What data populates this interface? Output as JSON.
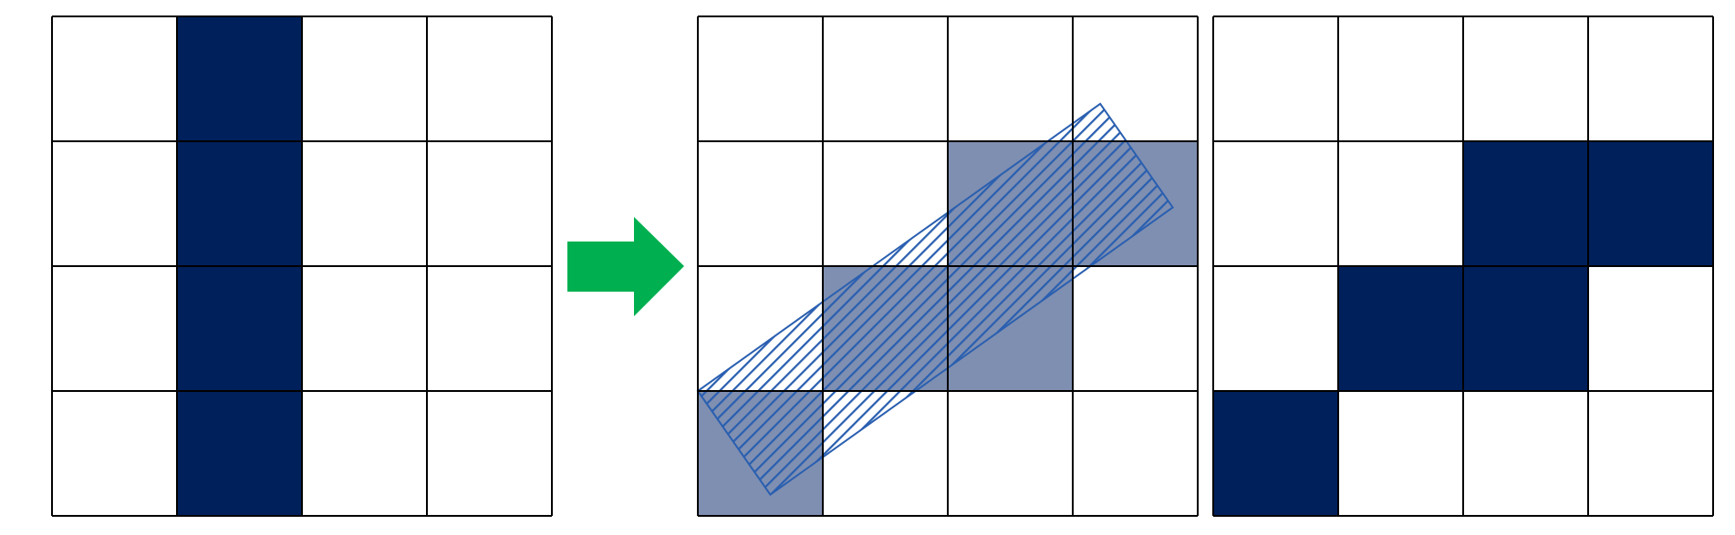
{
  "colors": {
    "background": "#ffffff",
    "grid_line": "#000000",
    "filled_cell": "#00205c",
    "shaded_cell": "#7f8fb1",
    "hatch": "#2a5fb0",
    "arrow": "#00b050"
  },
  "grids": [
    {
      "name": "original-grid",
      "rows": 4,
      "cols": 4,
      "filled_cells": [
        [
          0,
          1
        ],
        [
          1,
          1
        ],
        [
          2,
          1
        ],
        [
          3,
          1
        ]
      ],
      "shaded_cells": []
    },
    {
      "name": "rotation-grid",
      "rows": 4,
      "cols": 4,
      "filled_cells": [],
      "shaded_cells": [
        [
          1,
          2
        ],
        [
          1,
          3
        ],
        [
          2,
          1
        ],
        [
          2,
          2
        ],
        [
          3,
          0
        ]
      ]
    },
    {
      "name": "result-grid",
      "rows": 4,
      "cols": 4,
      "filled_cells": [
        [
          1,
          2
        ],
        [
          1,
          3
        ],
        [
          2,
          1
        ],
        [
          2,
          2
        ],
        [
          3,
          0
        ]
      ],
      "shaded_cells": []
    }
  ],
  "rotated_bar": {
    "pattern": "diagonal-hatch",
    "corners": [
      [
        0,
        3
      ],
      [
        0.58,
        3.83
      ],
      [
        3.8,
        1.53
      ],
      [
        3.22,
        0.7
      ]
    ]
  },
  "arrow": {
    "icon": "arrow-right-icon",
    "direction": "right"
  }
}
